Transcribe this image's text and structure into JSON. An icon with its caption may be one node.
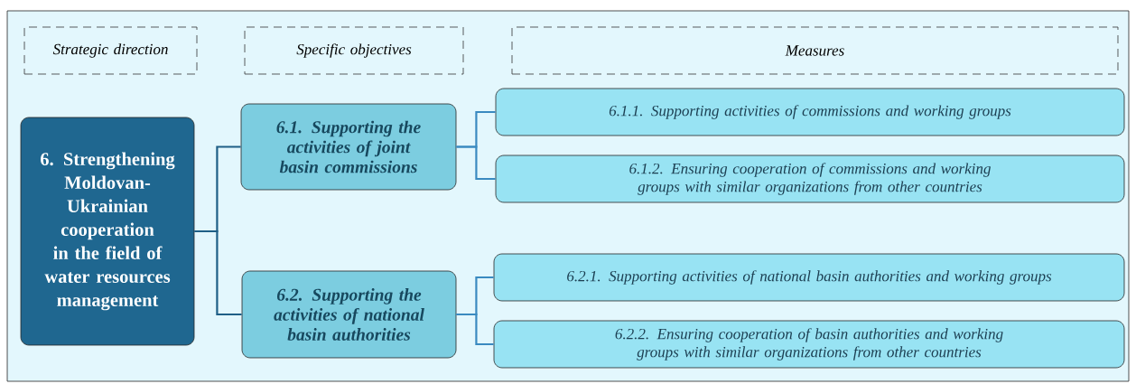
{
  "diagram": {
    "nodes": [
      {
        "text": [
          "Strategic direction"
        ]
      },
      {
        "text": [
          "Specific objectives"
        ]
      },
      {
        "text": [
          "Measures"
        ]
      },
      {
        "text": [
          "6. Strengthening Moldovan-Ukrainian cooperation in the field of water resources management"
        ]
      },
      {
        "text": [
          "6.1. Supporting the activities of joint basin commissions"
        ]
      },
      {
        "text": [
          "6.2. Supporting the activities of national basin authorities"
        ]
      },
      {
        "text": [
          "6.1.1. Supporting activities of commissions and working groups"
        ]
      },
      {
        "text": [
          "6.1.2. Ensuring cooperation of commissions and working groups with similar organizations from other countries"
        ]
      },
      {
        "text": [
          "6.2.1. Supporting activities of national basin authorities and working groups"
        ]
      },
      {
        "text": [
          "6.2.2. Ensuring cooperation of basin authorities and working groups with similar organizations from other countries"
        ]
      }
    ],
    "edges": [
      {
        "from": 3,
        "to": 4,
        "arrow": "none",
        "color": "#1f5f86"
      },
      {
        "from": 3,
        "to": 5,
        "arrow": "none",
        "color": "#1f5f86"
      },
      {
        "from": 4,
        "to": 6,
        "arrow": "none"
      },
      {
        "from": 4,
        "to": 7,
        "arrow": "none"
      },
      {
        "from": 5,
        "to": 8,
        "arrow": "none"
      },
      {
        "from": 5,
        "to": 9,
        "arrow": "none"
      }
    ]
  }
}
